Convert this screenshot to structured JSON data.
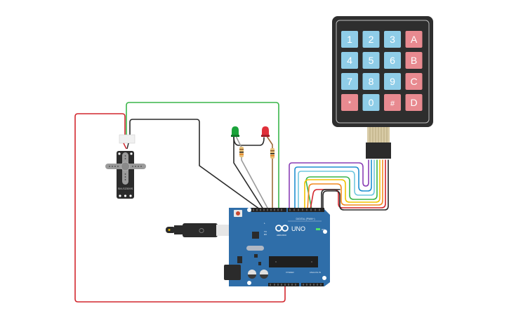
{
  "circuit": {
    "keypad": {
      "keys": [
        [
          "1",
          "2",
          "3",
          "A"
        ],
        [
          "4",
          "5",
          "6",
          "B"
        ],
        [
          "7",
          "8",
          "9",
          "C"
        ],
        [
          "*",
          "0",
          "#",
          "D"
        ]
      ],
      "number_key_color": "#8fcde8",
      "letter_key_color": "#e88a90",
      "body_color": "#2e2e2e"
    },
    "servo": {
      "label": "SM-S2309S"
    },
    "leds": [
      {
        "color_name": "green",
        "color": "#1aa33a"
      },
      {
        "color_name": "red",
        "color": "#e0303a"
      }
    ],
    "arduino": {
      "brand": "ARDUINO",
      "model": "UNO",
      "digital_label": "DIGITAL (PWM~)",
      "power_label": "POWER",
      "analog_label": "ANALOG IN",
      "on_label": "ON",
      "tx_label": "TX",
      "rx_label": "RX",
      "l_label": "L",
      "aref_label": "AREF",
      "gnd_label": "GND",
      "board_color": "#2f6ea9"
    },
    "wire_colors": {
      "power": "#d2272e",
      "signal_green": "#3ab54a",
      "ground": "#2a2a2a",
      "grey": "#9a9a9a",
      "brown": "#9c6b3a",
      "purple": "#8a3fb5",
      "blue": "#1f8fd1",
      "light_blue": "#6fc7df",
      "yellow": "#f2c200",
      "orange": "#f28a1e"
    }
  }
}
